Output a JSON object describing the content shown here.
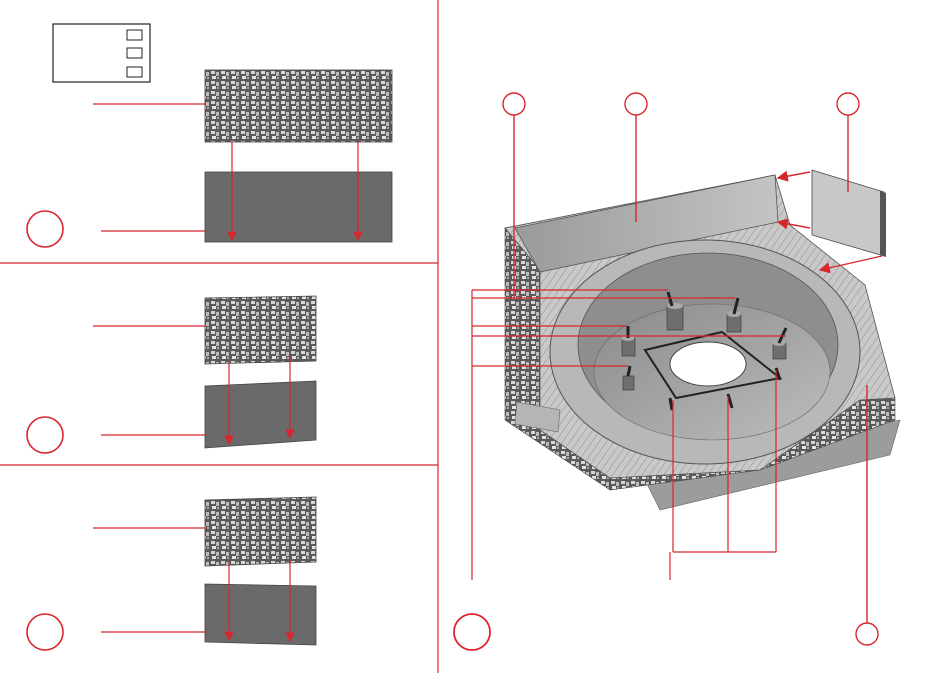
{
  "colors": {
    "callout_red": "#d8262e",
    "outline_black": "#222222",
    "panel_grey": "#6a6a6a",
    "texture_light": "#cfcfcf",
    "texture_dark": "#555555",
    "paper": "#ffffff"
  },
  "legend_box": {
    "boxes": 3
  },
  "steps_left": [
    {
      "name": "step-1"
    },
    {
      "name": "step-2"
    },
    {
      "name": "step-3"
    }
  ],
  "main_view": {
    "callout_circles": 4,
    "pegs": 7
  }
}
